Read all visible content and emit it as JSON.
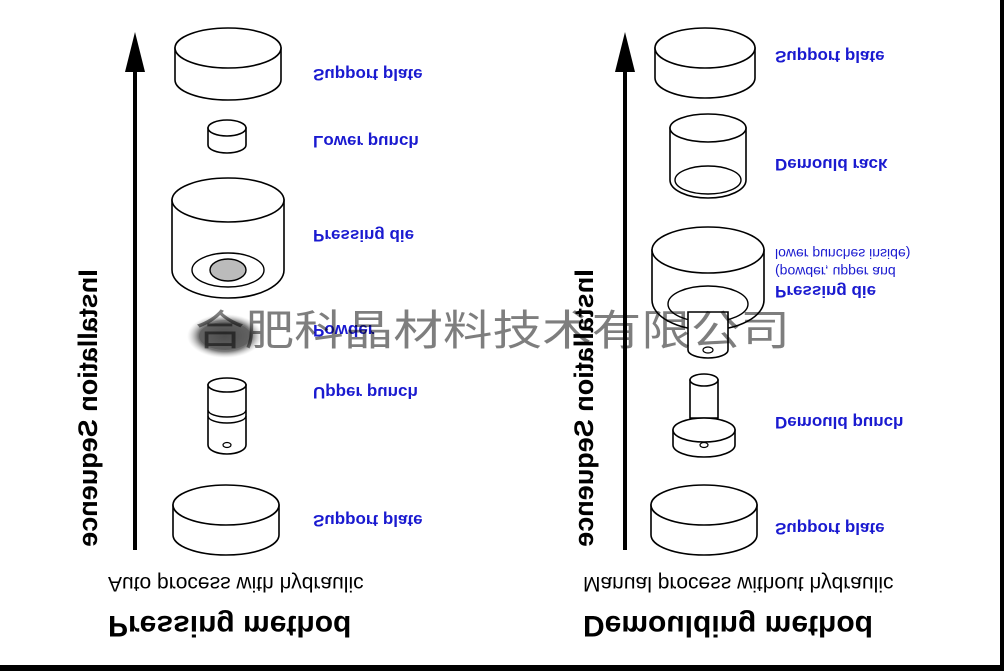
{
  "left_panel": {
    "title": "Pressing method",
    "subtitle": "Auto process with hydraulic",
    "axis_label": "Installation Sequence",
    "parts": [
      "Support plate",
      "Lower punch",
      "Pressing die",
      "Powder",
      "Upper punch",
      "Support plate"
    ]
  },
  "right_panel": {
    "title": "Demoulding method",
    "subtitle": "Manual process without hydraulic",
    "axis_label": "Installation Sequence",
    "parts": [
      "Support plate",
      "Demould rack",
      "Pressing die",
      "(powder, upper and",
      "lower punches inside)",
      "Demould punch",
      "Support plate"
    ]
  },
  "watermark": "合肥科晶材料技术有限公司",
  "colors": {
    "label": "#1a1ad0",
    "text": "#000000",
    "background": "#ffffff"
  }
}
